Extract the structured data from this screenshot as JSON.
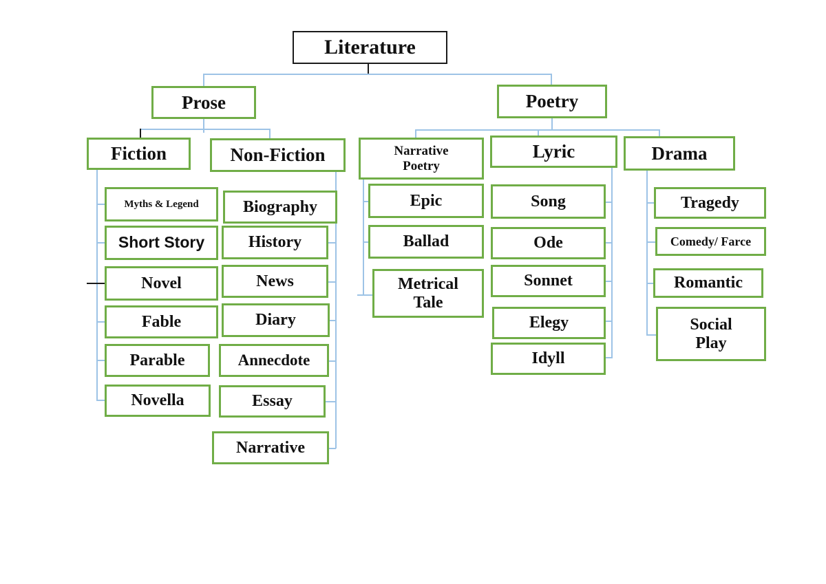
{
  "colors": {
    "box_green": "#70AD47",
    "line_blue": "#9DC3E6",
    "line_black": "#1a1a1a",
    "text": "#111111",
    "background": "#ffffff"
  },
  "tree": {
    "root": "Literature",
    "children": [
      {
        "label": "Prose",
        "children": [
          {
            "label": "Fiction",
            "children": [
              "Myths  & Legend",
              "Short Story",
              "Novel",
              "Fable",
              "Parable",
              "Novella"
            ]
          },
          {
            "label": "Non-Fiction",
            "children": [
              "Biography",
              "History",
              "News",
              "Diary",
              "Annecdote",
              "Essay",
              "Narrative"
            ]
          }
        ]
      },
      {
        "label": "Poetry",
        "children": [
          {
            "label": "Narrative Poetry",
            "children": [
              "Epic",
              "Ballad",
              "Metrical Tale"
            ]
          },
          {
            "label": "Lyric",
            "children": [
              "Song",
              "Ode",
              "Sonnet",
              "Elegy",
              "Idyll"
            ]
          },
          {
            "label": "Drama",
            "children": [
              "Tragedy",
              "Comedy/ Farce",
              "Romantic",
              "Social Play"
            ]
          }
        ]
      }
    ]
  }
}
